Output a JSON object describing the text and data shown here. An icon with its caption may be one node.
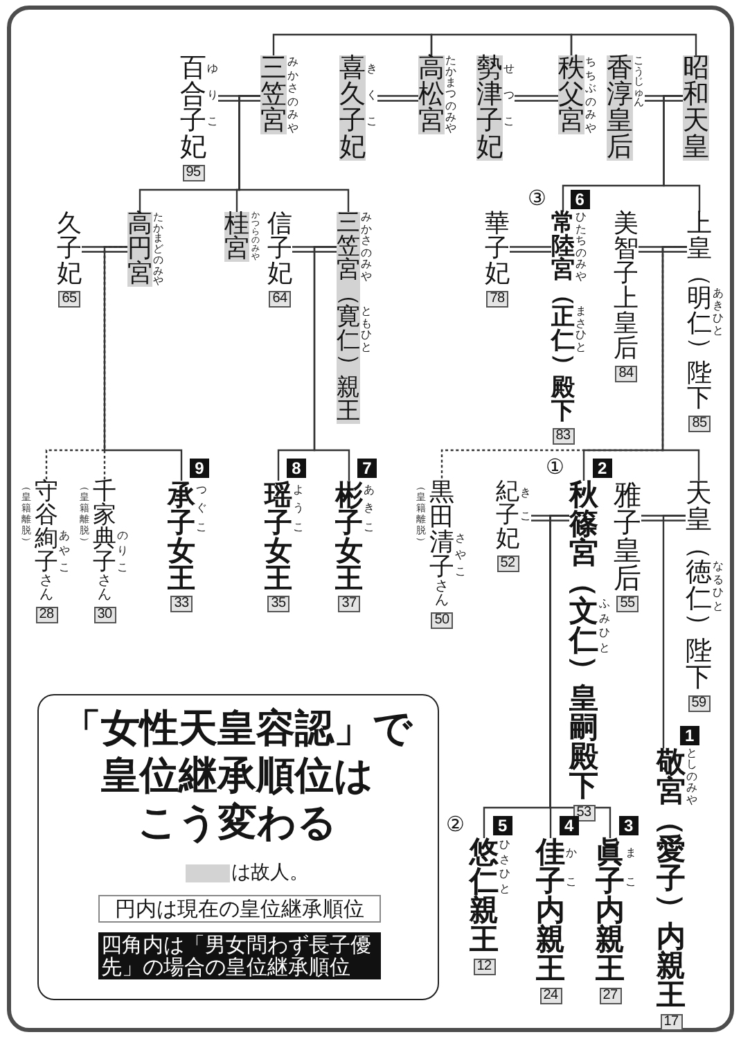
{
  "diagram": {
    "title": "「女性天皇容認」で皇位継承順位はこう変わる",
    "nodes": [
      {
        "text": [
          "昭和天皇"
        ]
      },
      {
        "text": [
          "香淳皇后"
        ],
        "beside": [
          "こうじゅん"
        ]
      },
      {
        "text": [
          "秩父宮"
        ],
        "beside": [
          "ちちぶのみや"
        ]
      },
      {
        "text": [
          "勢津子妃"
        ],
        "beside": [
          "せつこ"
        ]
      },
      {
        "text": [
          "高松宮"
        ],
        "beside": [
          "たかまつのみや"
        ]
      },
      {
        "text": [
          "喜久子妃"
        ],
        "beside": [
          "きくこ"
        ]
      },
      {
        "text": [
          "三笠宮"
        ],
        "beside": [
          "みかさのみや"
        ]
      },
      {
        "text": [
          "百合子妃"
        ],
        "beside": [
          "ゆりこ",
          "95"
        ]
      },
      {
        "text": [
          "上皇（明仁）陛下"
        ],
        "beside": [
          "あきひと",
          "85"
        ]
      },
      {
        "text": [
          "美智子上皇后"
        ],
        "beside": [
          "84"
        ]
      },
      {
        "text": [
          "常陸宮（正仁）殿下"
        ],
        "beside": [
          "ひたちのみや",
          "まさひと",
          "③",
          "6",
          "83"
        ]
      },
      {
        "text": [
          "華子妃"
        ],
        "beside": [
          "78"
        ]
      },
      {
        "text": [
          "三笠宮（寛仁）親王"
        ],
        "beside": [
          "みかさのみや",
          "ともひと"
        ]
      },
      {
        "text": [
          "信子妃"
        ],
        "beside": [
          "64"
        ]
      },
      {
        "text": [
          "桂宮"
        ],
        "beside": [
          "かつらのみや"
        ]
      },
      {
        "text": [
          "高円宮"
        ],
        "beside": [
          "たかまどのみや"
        ]
      },
      {
        "text": [
          "久子妃"
        ],
        "beside": [
          "65"
        ]
      },
      {
        "text": [
          "天皇（徳仁）陛下"
        ],
        "beside": [
          "なるひと",
          "59"
        ]
      },
      {
        "text": [
          "雅子皇后"
        ],
        "beside": [
          "55"
        ]
      },
      {
        "text": [
          "秋篠宮（文仁）皇嗣殿下"
        ],
        "beside": [
          "ふみひと",
          "①",
          "2",
          "53"
        ]
      },
      {
        "text": [
          "紀子妃"
        ],
        "beside": [
          "きこ",
          "52"
        ]
      },
      {
        "text": [
          "黒田清子さん"
        ],
        "beside": [
          "さやこ",
          "（皇籍離脱）",
          "50"
        ]
      },
      {
        "text": [
          "彬子女王"
        ],
        "beside": [
          "あきこ",
          "7",
          "37"
        ]
      },
      {
        "text": [
          "瑶子女王"
        ],
        "beside": [
          "ようこ",
          "8",
          "35"
        ]
      },
      {
        "text": [
          "承子女王"
        ],
        "beside": [
          "つぐこ",
          "9",
          "33"
        ]
      },
      {
        "text": [
          "千家典子さん"
        ],
        "beside": [
          "のりこ",
          "（皇籍離脱）",
          "30"
        ]
      },
      {
        "text": [
          "守谷絢子さん"
        ],
        "beside": [
          "あやこ",
          "（皇籍離脱）",
          "28"
        ]
      },
      {
        "text": [
          "敬宮（愛子）内親王"
        ],
        "beside": [
          "としのみや",
          "1",
          "17"
        ]
      },
      {
        "text": [
          "眞子内親王"
        ],
        "beside": [
          "まこ",
          "3",
          "27"
        ]
      },
      {
        "text": [
          "佳子内親王"
        ],
        "beside": [
          "かこ",
          "4",
          "24"
        ]
      },
      {
        "text": [
          "悠仁親王"
        ],
        "beside": [
          "ひさひと",
          "②",
          "5",
          "12"
        ]
      }
    ],
    "edges": [
      {
        "from": 0,
        "to": 2,
        "arrow": "none"
      },
      {
        "from": 2,
        "to": 4,
        "arrow": "none"
      },
      {
        "from": 4,
        "to": 6,
        "arrow": "none"
      },
      {
        "from": 0,
        "to": 1,
        "arrow": "none"
      },
      {
        "from": 2,
        "to": 3,
        "arrow": "none"
      },
      {
        "from": 4,
        "to": 5,
        "arrow": "none"
      },
      {
        "from": 6,
        "to": 7,
        "arrow": "none"
      },
      {
        "from": 0,
        "to": 8,
        "arrow": "none"
      },
      {
        "from": 0,
        "to": 10,
        "arrow": "none"
      },
      {
        "from": 6,
        "to": 12,
        "arrow": "none"
      },
      {
        "from": 6,
        "to": 14,
        "arrow": "none"
      },
      {
        "from": 6,
        "to": 15,
        "arrow": "none"
      },
      {
        "from": 8,
        "to": 9,
        "arrow": "none"
      },
      {
        "from": 10,
        "to": 11,
        "arrow": "none"
      },
      {
        "from": 12,
        "to": 13,
        "arrow": "none"
      },
      {
        "from": 15,
        "to": 16,
        "arrow": "none"
      },
      {
        "from": 8,
        "to": 17,
        "arrow": "none"
      },
      {
        "from": 8,
        "to": 19,
        "arrow": "none"
      },
      {
        "from": 8,
        "to": 21,
        "arrow": "none",
        "style": "dashed"
      },
      {
        "from": 12,
        "to": 22,
        "arrow": "none"
      },
      {
        "from": 12,
        "to": 23,
        "arrow": "none"
      },
      {
        "from": 15,
        "to": 24,
        "arrow": "none"
      },
      {
        "from": 15,
        "to": 25,
        "arrow": "none",
        "style": "dashed"
      },
      {
        "from": 15,
        "to": 26,
        "arrow": "none",
        "style": "dashed"
      },
      {
        "from": 17,
        "to": 18,
        "arrow": "none"
      },
      {
        "from": 19,
        "to": 20,
        "arrow": "none"
      },
      {
        "from": 17,
        "to": 27,
        "arrow": "none"
      },
      {
        "from": 19,
        "to": 28,
        "arrow": "none"
      },
      {
        "from": 19,
        "to": 29,
        "arrow": "none"
      },
      {
        "from": 19,
        "to": 30,
        "arrow": "none"
      }
    ],
    "labels": [
      "円内は現在の皇位継承順位",
      "四角内は「男女問わず長子優先」の場合の皇位継承順位"
    ],
    "legend": [
      {
        "text": "は故人。",
        "color": "#d3d3d3"
      }
    ]
  }
}
